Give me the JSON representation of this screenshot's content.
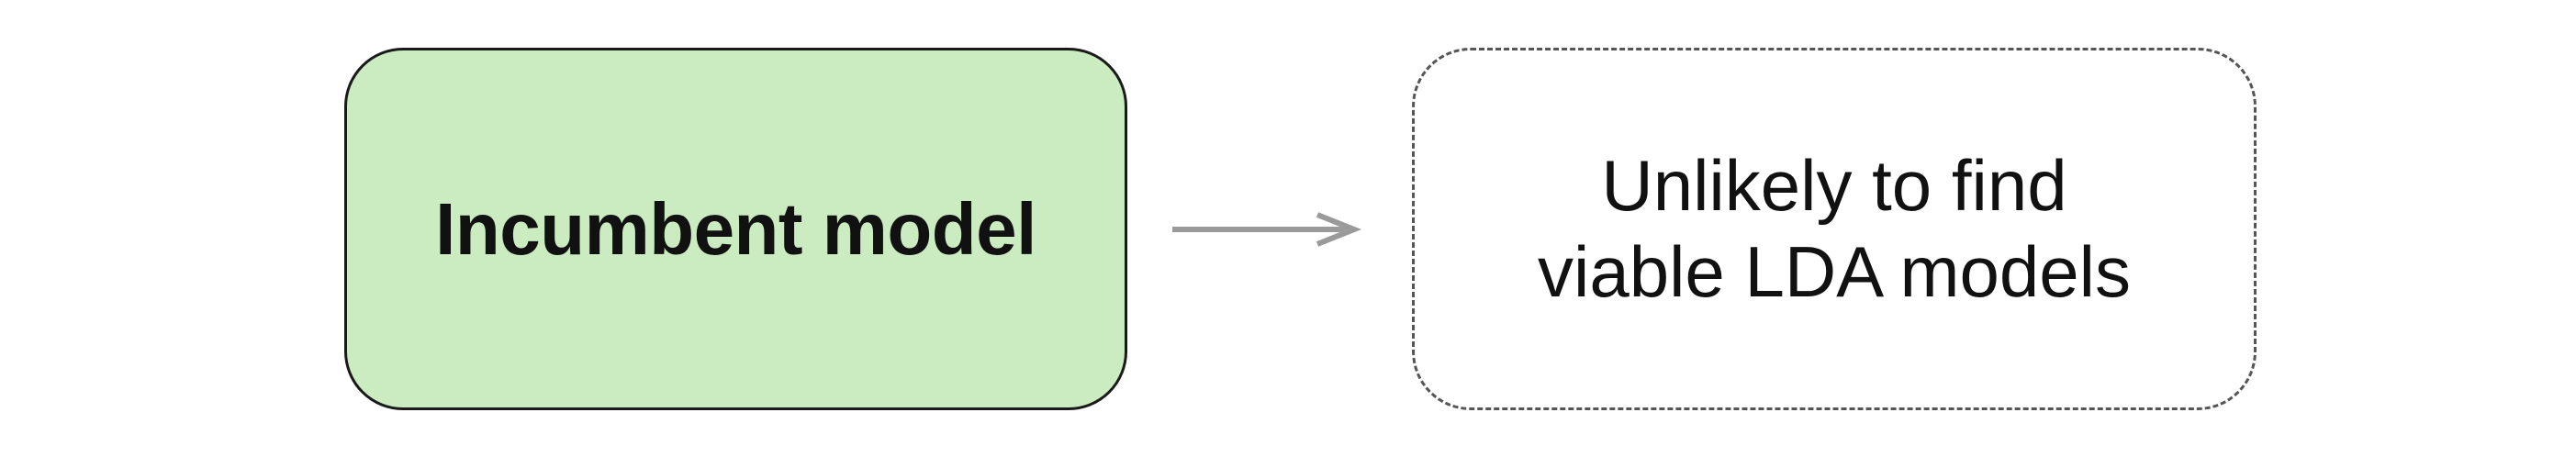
{
  "diagram": {
    "nodes": [
      {
        "id": "incumbent",
        "label": "Incumbent model",
        "fill": "#cbecc0",
        "border": "solid"
      },
      {
        "id": "outcome",
        "lines": [
          "Unlikely to find",
          "viable LDA models"
        ],
        "fill": "#ffffff",
        "border": "dashed"
      }
    ],
    "edges": [
      {
        "from": "incumbent",
        "to": "outcome",
        "color": "#9a9a9a"
      }
    ]
  }
}
